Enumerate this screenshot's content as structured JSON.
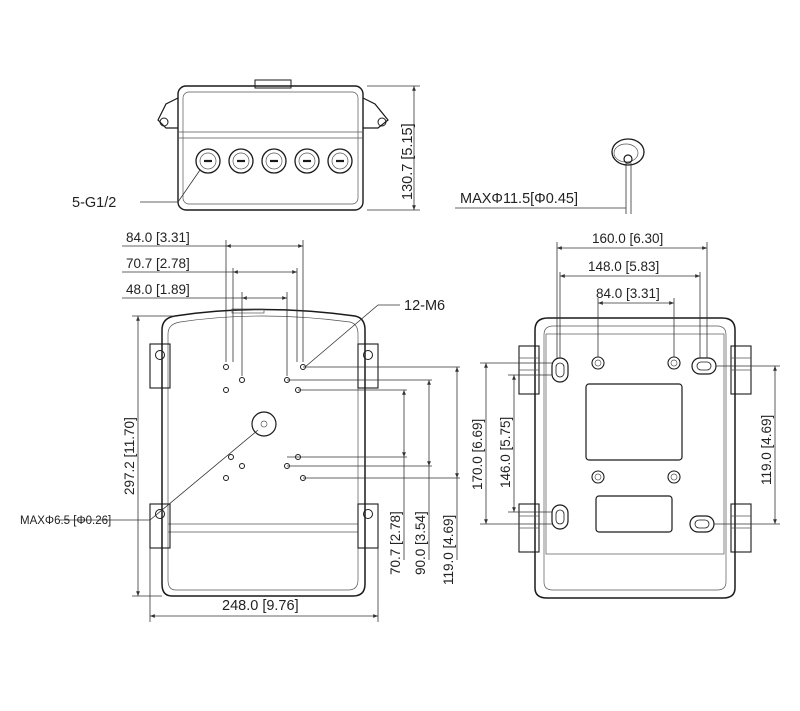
{
  "top_view": {
    "label_ports": "5-G1/2",
    "dim_height": "130.7 [5.15]"
  },
  "grommet": {
    "label": "MAXΦ11.5[Φ0.45]"
  },
  "front_view": {
    "dim_84": "84.0 [3.31]",
    "dim_70_7_top": "70.7 [2.78]",
    "dim_48": "48.0 [1.89]",
    "label_holes": "12-M6",
    "dim_height": "297.2 [11.70]",
    "label_cable_hole": "MAXΦ6.5 [Φ0.26]",
    "dim_70_7_v": "70.7 [2.78]",
    "dim_90": "90.0 [3.54]",
    "dim_119_left": "119.0 [4.69]",
    "dim_width": "248.0 [9.76]"
  },
  "back_view": {
    "dim_160": "160.0 [6.30]",
    "dim_148": "148.0 [5.83]",
    "dim_84": "84.0 [3.31]",
    "dim_170": "170.0 [6.69]",
    "dim_146": "146.0 [5.75]",
    "dim_119_right": "119.0 [4.69]"
  }
}
